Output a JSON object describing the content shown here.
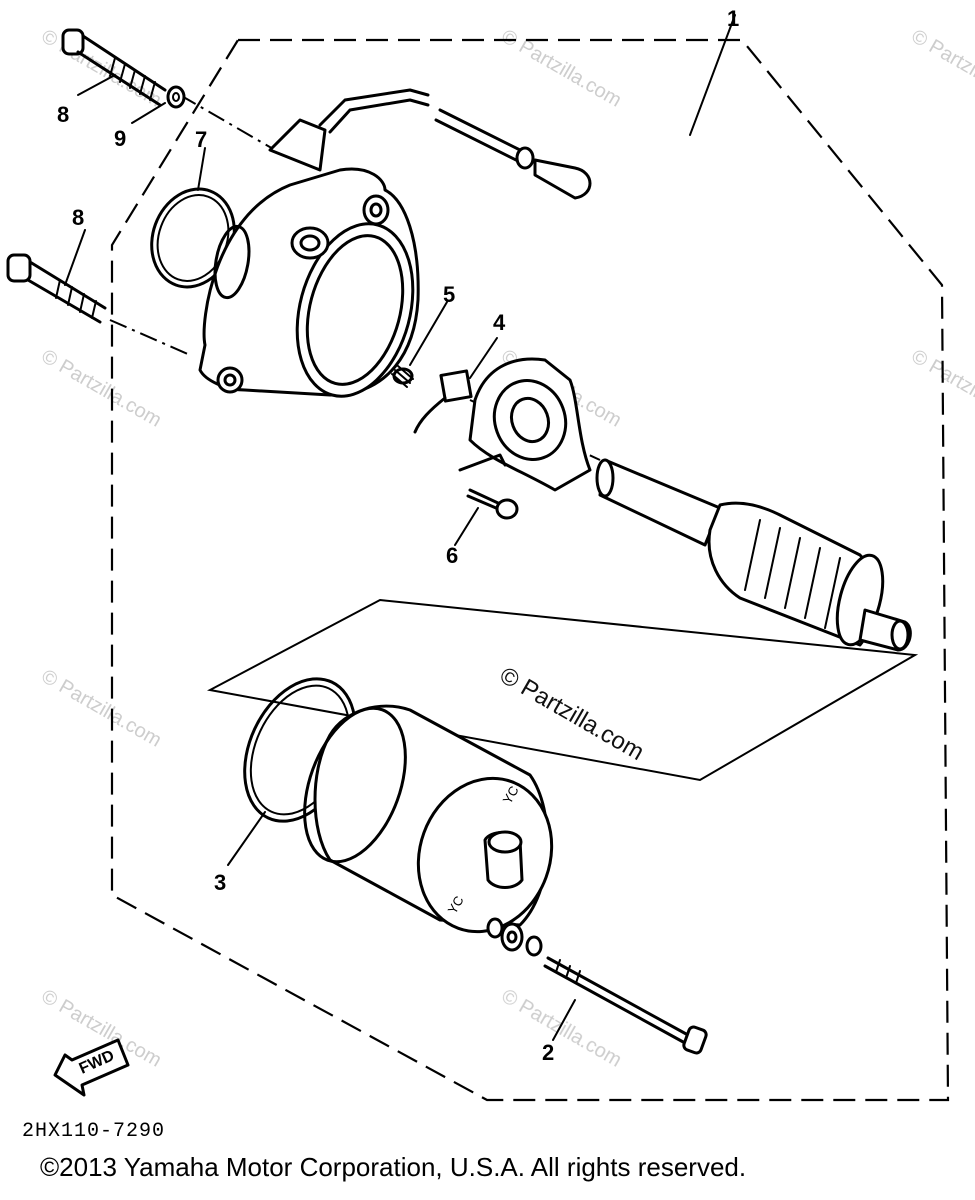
{
  "callouts": [
    {
      "id": "1",
      "label": "1"
    },
    {
      "id": "2",
      "label": "2"
    },
    {
      "id": "3",
      "label": "3"
    },
    {
      "id": "4",
      "label": "4"
    },
    {
      "id": "5",
      "label": "5"
    },
    {
      "id": "6",
      "label": "6"
    },
    {
      "id": "7",
      "label": "7"
    },
    {
      "id": "8a",
      "label": "8"
    },
    {
      "id": "8b",
      "label": "8"
    },
    {
      "id": "9",
      "label": "9"
    }
  ],
  "fwd_label": "FWD",
  "part_code": "2HX110-7290",
  "watermark": "© Partzilla.com",
  "copyright": "©2013 Yamaha Motor Corporation, U.S.A. All rights reserved."
}
